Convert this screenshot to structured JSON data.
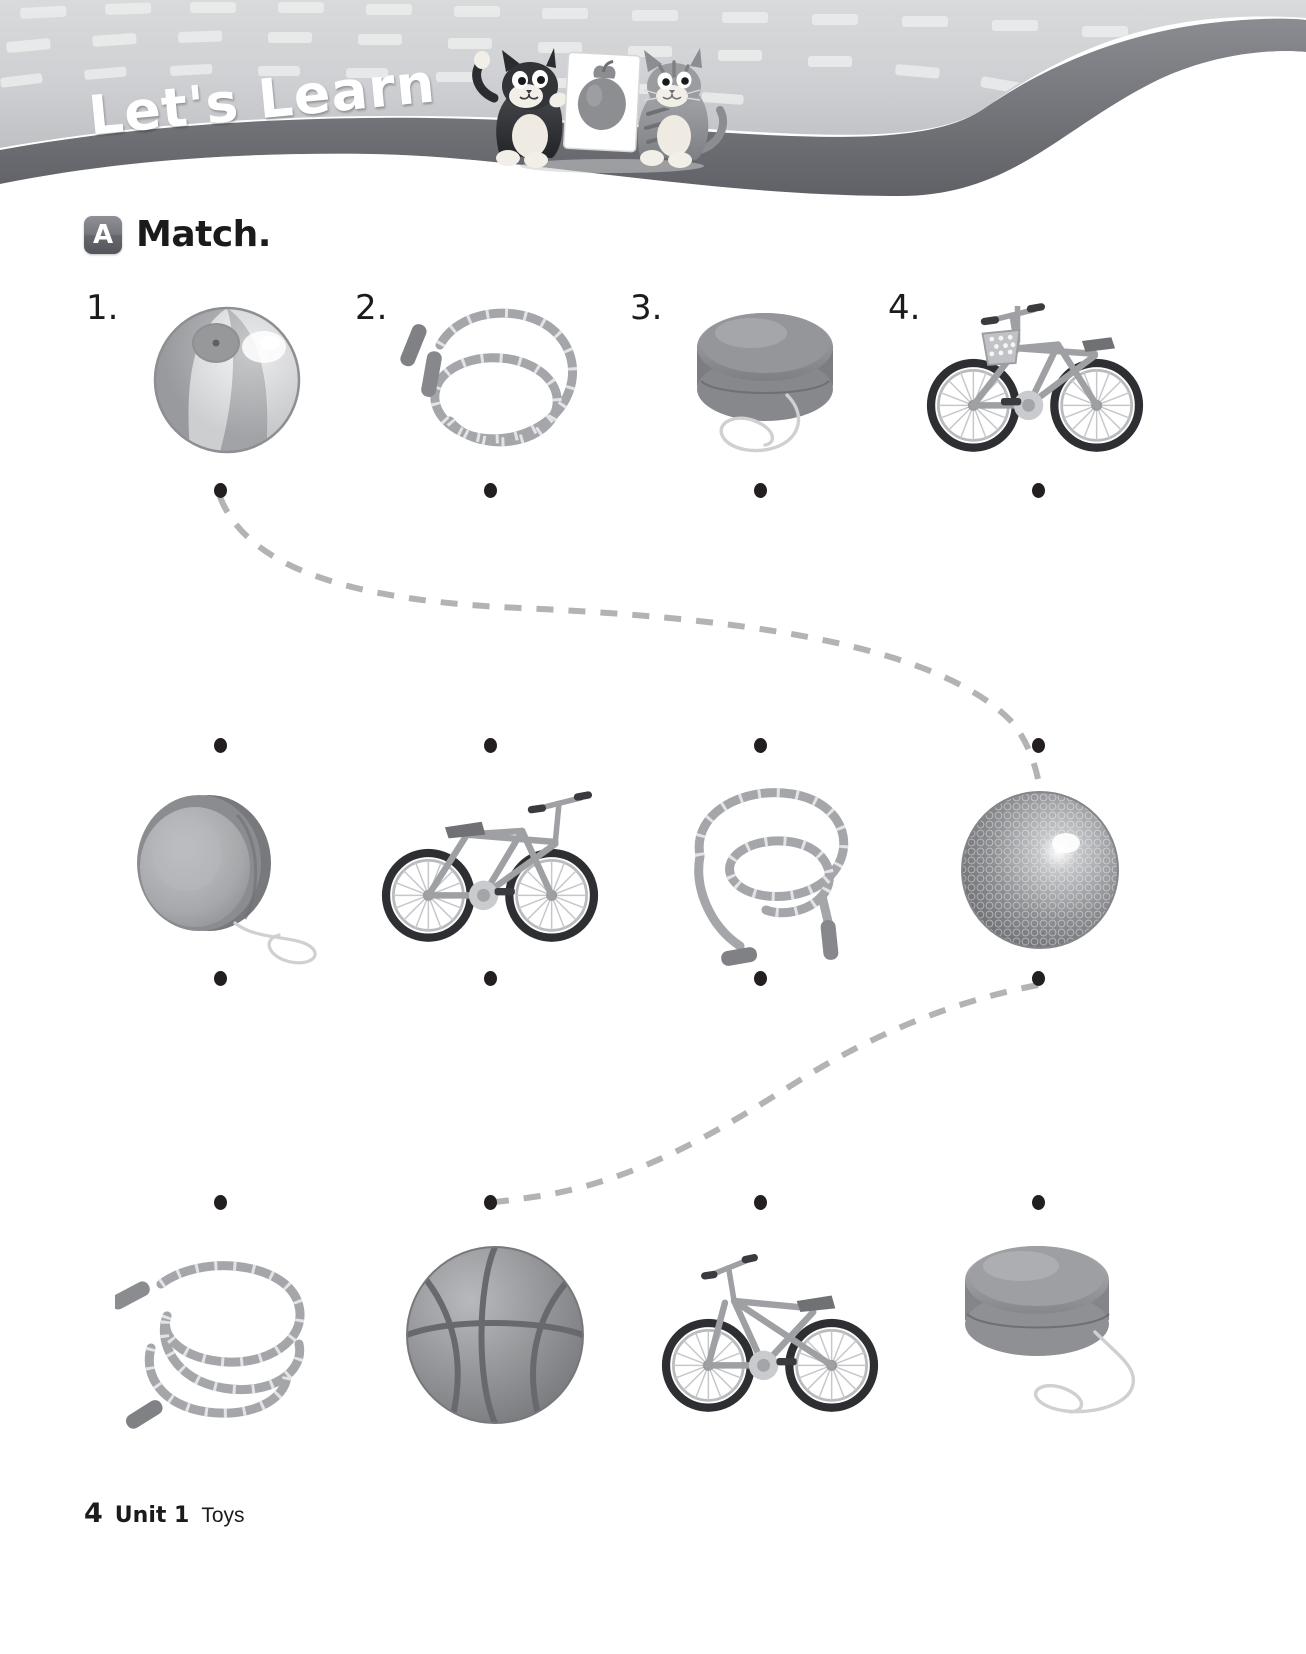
{
  "header": {
    "title": "Let's Learn",
    "mascot_left": "black-cat-mascot",
    "mascot_right": "gray-cat-mascot",
    "flashcard": "apple-flashcard"
  },
  "section": {
    "letter": "A",
    "instruction": "Match."
  },
  "row1": {
    "numbers": [
      "1.",
      "2.",
      "3.",
      "4."
    ],
    "items": [
      {
        "name": "beach-ball",
        "label": "beach ball"
      },
      {
        "name": "jump-rope",
        "label": "jump rope"
      },
      {
        "name": "yo-yo",
        "label": "yo-yo"
      },
      {
        "name": "bicycle-with-basket",
        "label": "bicycle"
      }
    ]
  },
  "row2": {
    "items": [
      {
        "name": "yo-yo",
        "label": "yo-yo"
      },
      {
        "name": "bicycle",
        "label": "bicycle"
      },
      {
        "name": "jump-rope",
        "label": "jump rope"
      },
      {
        "name": "textured-ball",
        "label": "ball"
      }
    ]
  },
  "row3": {
    "items": [
      {
        "name": "jump-rope",
        "label": "jump rope"
      },
      {
        "name": "basketball",
        "label": "basketball"
      },
      {
        "name": "bicycle",
        "label": "bicycle"
      },
      {
        "name": "yo-yo",
        "label": "yo-yo"
      }
    ]
  },
  "connections": [
    {
      "from": "row1-col1-beach-ball",
      "to": "row2-col4-textured-ball"
    },
    {
      "from": "row2-col4-textured-ball",
      "to": "row3-col2-basketball"
    }
  ],
  "footer": {
    "page_number": "4",
    "unit": "Unit 1",
    "topic": "Toys"
  },
  "colors": {
    "banner_band": "#76787d",
    "banner_top": "#d6d7d9",
    "dot": "#231f20",
    "dash": "#b3b3b3",
    "text": "#1b1b1b"
  }
}
